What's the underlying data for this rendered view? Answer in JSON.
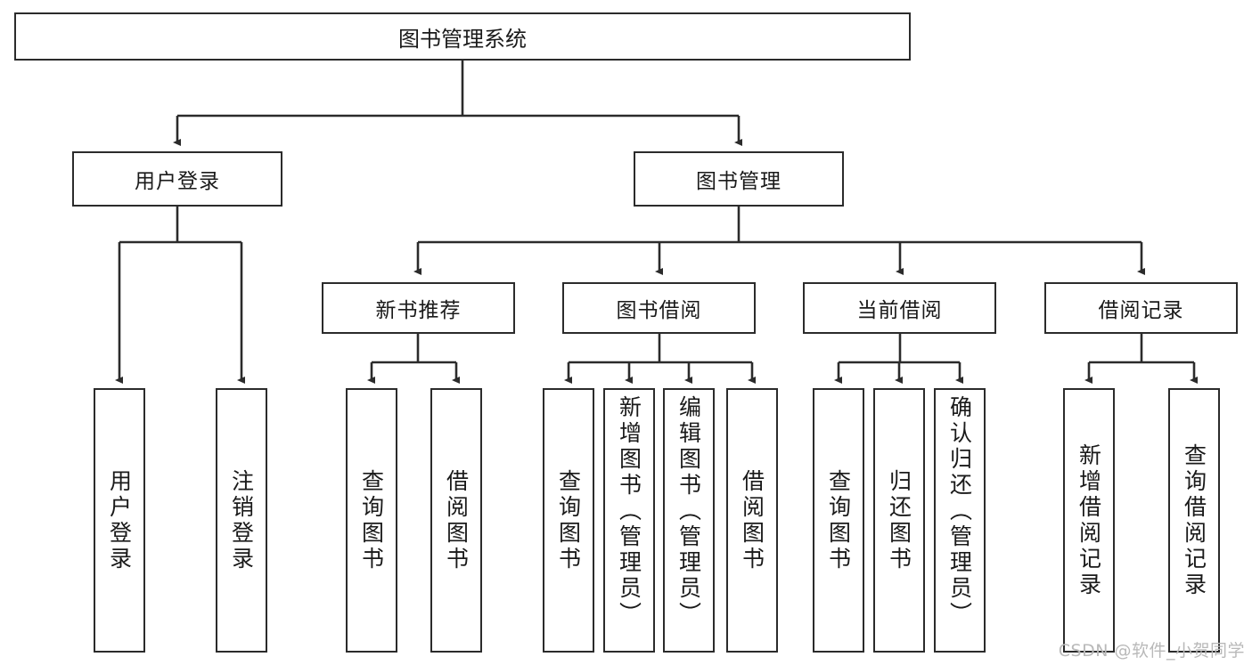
{
  "diagram": {
    "title": "图书管理系统",
    "type": "hierarchy-tree",
    "watermark": "CSDN @软件_小贺同学",
    "colors": {
      "stroke": "#2b2b2b",
      "fill": "#ffffff",
      "text": "#1a1a1a",
      "watermark": "#b9b9b9"
    },
    "levels": [
      {
        "level": 1,
        "nodes": [
          {
            "id": "root",
            "label": "图书管理系统"
          }
        ]
      },
      {
        "level": 2,
        "nodes": [
          {
            "id": "user-login",
            "label": "用户登录"
          },
          {
            "id": "book-manage",
            "label": "图书管理"
          }
        ]
      },
      {
        "level": 3,
        "nodes": [
          {
            "id": "new-book-rec",
            "label": "新书推荐"
          },
          {
            "id": "book-borrow",
            "label": "图书借阅"
          },
          {
            "id": "current-borrow",
            "label": "当前借阅"
          },
          {
            "id": "borrow-record",
            "label": "借阅记录"
          }
        ]
      },
      {
        "level": 4,
        "nodes": [
          {
            "id": "leaf-user-login",
            "label": "用户登录",
            "parent": "user-login"
          },
          {
            "id": "leaf-logout",
            "label": "注销登录",
            "parent": "user-login"
          },
          {
            "id": "leaf-query-book-1",
            "label": "查询图书",
            "parent": "new-book-rec"
          },
          {
            "id": "leaf-borrow-book-1",
            "label": "借阅图书",
            "parent": "new-book-rec"
          },
          {
            "id": "leaf-query-book-2",
            "label": "查询图书",
            "parent": "book-borrow"
          },
          {
            "id": "leaf-add-book",
            "label": "新增图书（管理员）",
            "parent": "book-borrow"
          },
          {
            "id": "leaf-edit-book",
            "label": "编辑图书（管理员）",
            "parent": "book-borrow"
          },
          {
            "id": "leaf-borrow-book-2",
            "label": "借阅图书",
            "parent": "book-borrow"
          },
          {
            "id": "leaf-query-book-3",
            "label": "查询图书",
            "parent": "current-borrow"
          },
          {
            "id": "leaf-return-book",
            "label": "归还图书",
            "parent": "current-borrow"
          },
          {
            "id": "leaf-confirm-return",
            "label": "确认归还（管理员）",
            "parent": "current-borrow"
          },
          {
            "id": "leaf-add-record",
            "label": "新增借阅记录",
            "parent": "borrow-record"
          },
          {
            "id": "leaf-query-record",
            "label": "查询借阅记录",
            "parent": "borrow-record"
          }
        ]
      }
    ]
  }
}
